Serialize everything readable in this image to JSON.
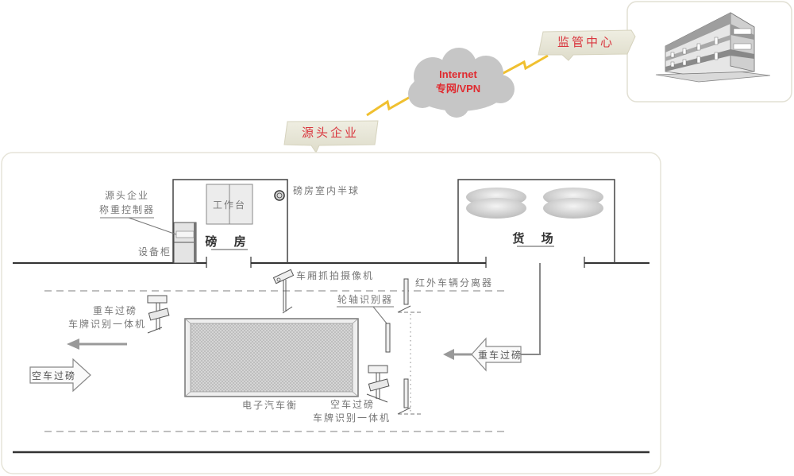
{
  "diagram": {
    "title": "Weighbridge remote supervision network",
    "colors": {
      "callout_text": "#d9363e",
      "callout_fill": "#e9e7d8",
      "cloud_fill": "#c8c8c8",
      "lightning": "#f0c030",
      "line": "#333333",
      "label": "#777777"
    },
    "network": {
      "cloud_line1": "Internet",
      "cloud_line2": "专网/VPN",
      "supervision_center": "监管中心",
      "source_enterprise": "源头企业"
    },
    "site": {
      "weigh_house": "磅 房",
      "workbench": "工作台",
      "controller_line1": "源头企业",
      "controller_line2": "称重控制器",
      "cabinet": "设备柜",
      "dome_camera": "磅房室内半球",
      "cargo_yard": "货 场",
      "carriage_camera": "车厢抓拍摄像机",
      "infrared_separator": "红外车辆分离器",
      "axle_detector": "轮轴识别器",
      "heavy_lpr_line1": "重车过磅",
      "heavy_lpr_line2": "车牌识别一体机",
      "empty_lpr_line1": "空车过磅",
      "empty_lpr_line2": "车牌识别一体机",
      "scale": "电子汽车衡",
      "empty_arrow": "空车过磅",
      "heavy_arrow": "重车过磅"
    }
  }
}
